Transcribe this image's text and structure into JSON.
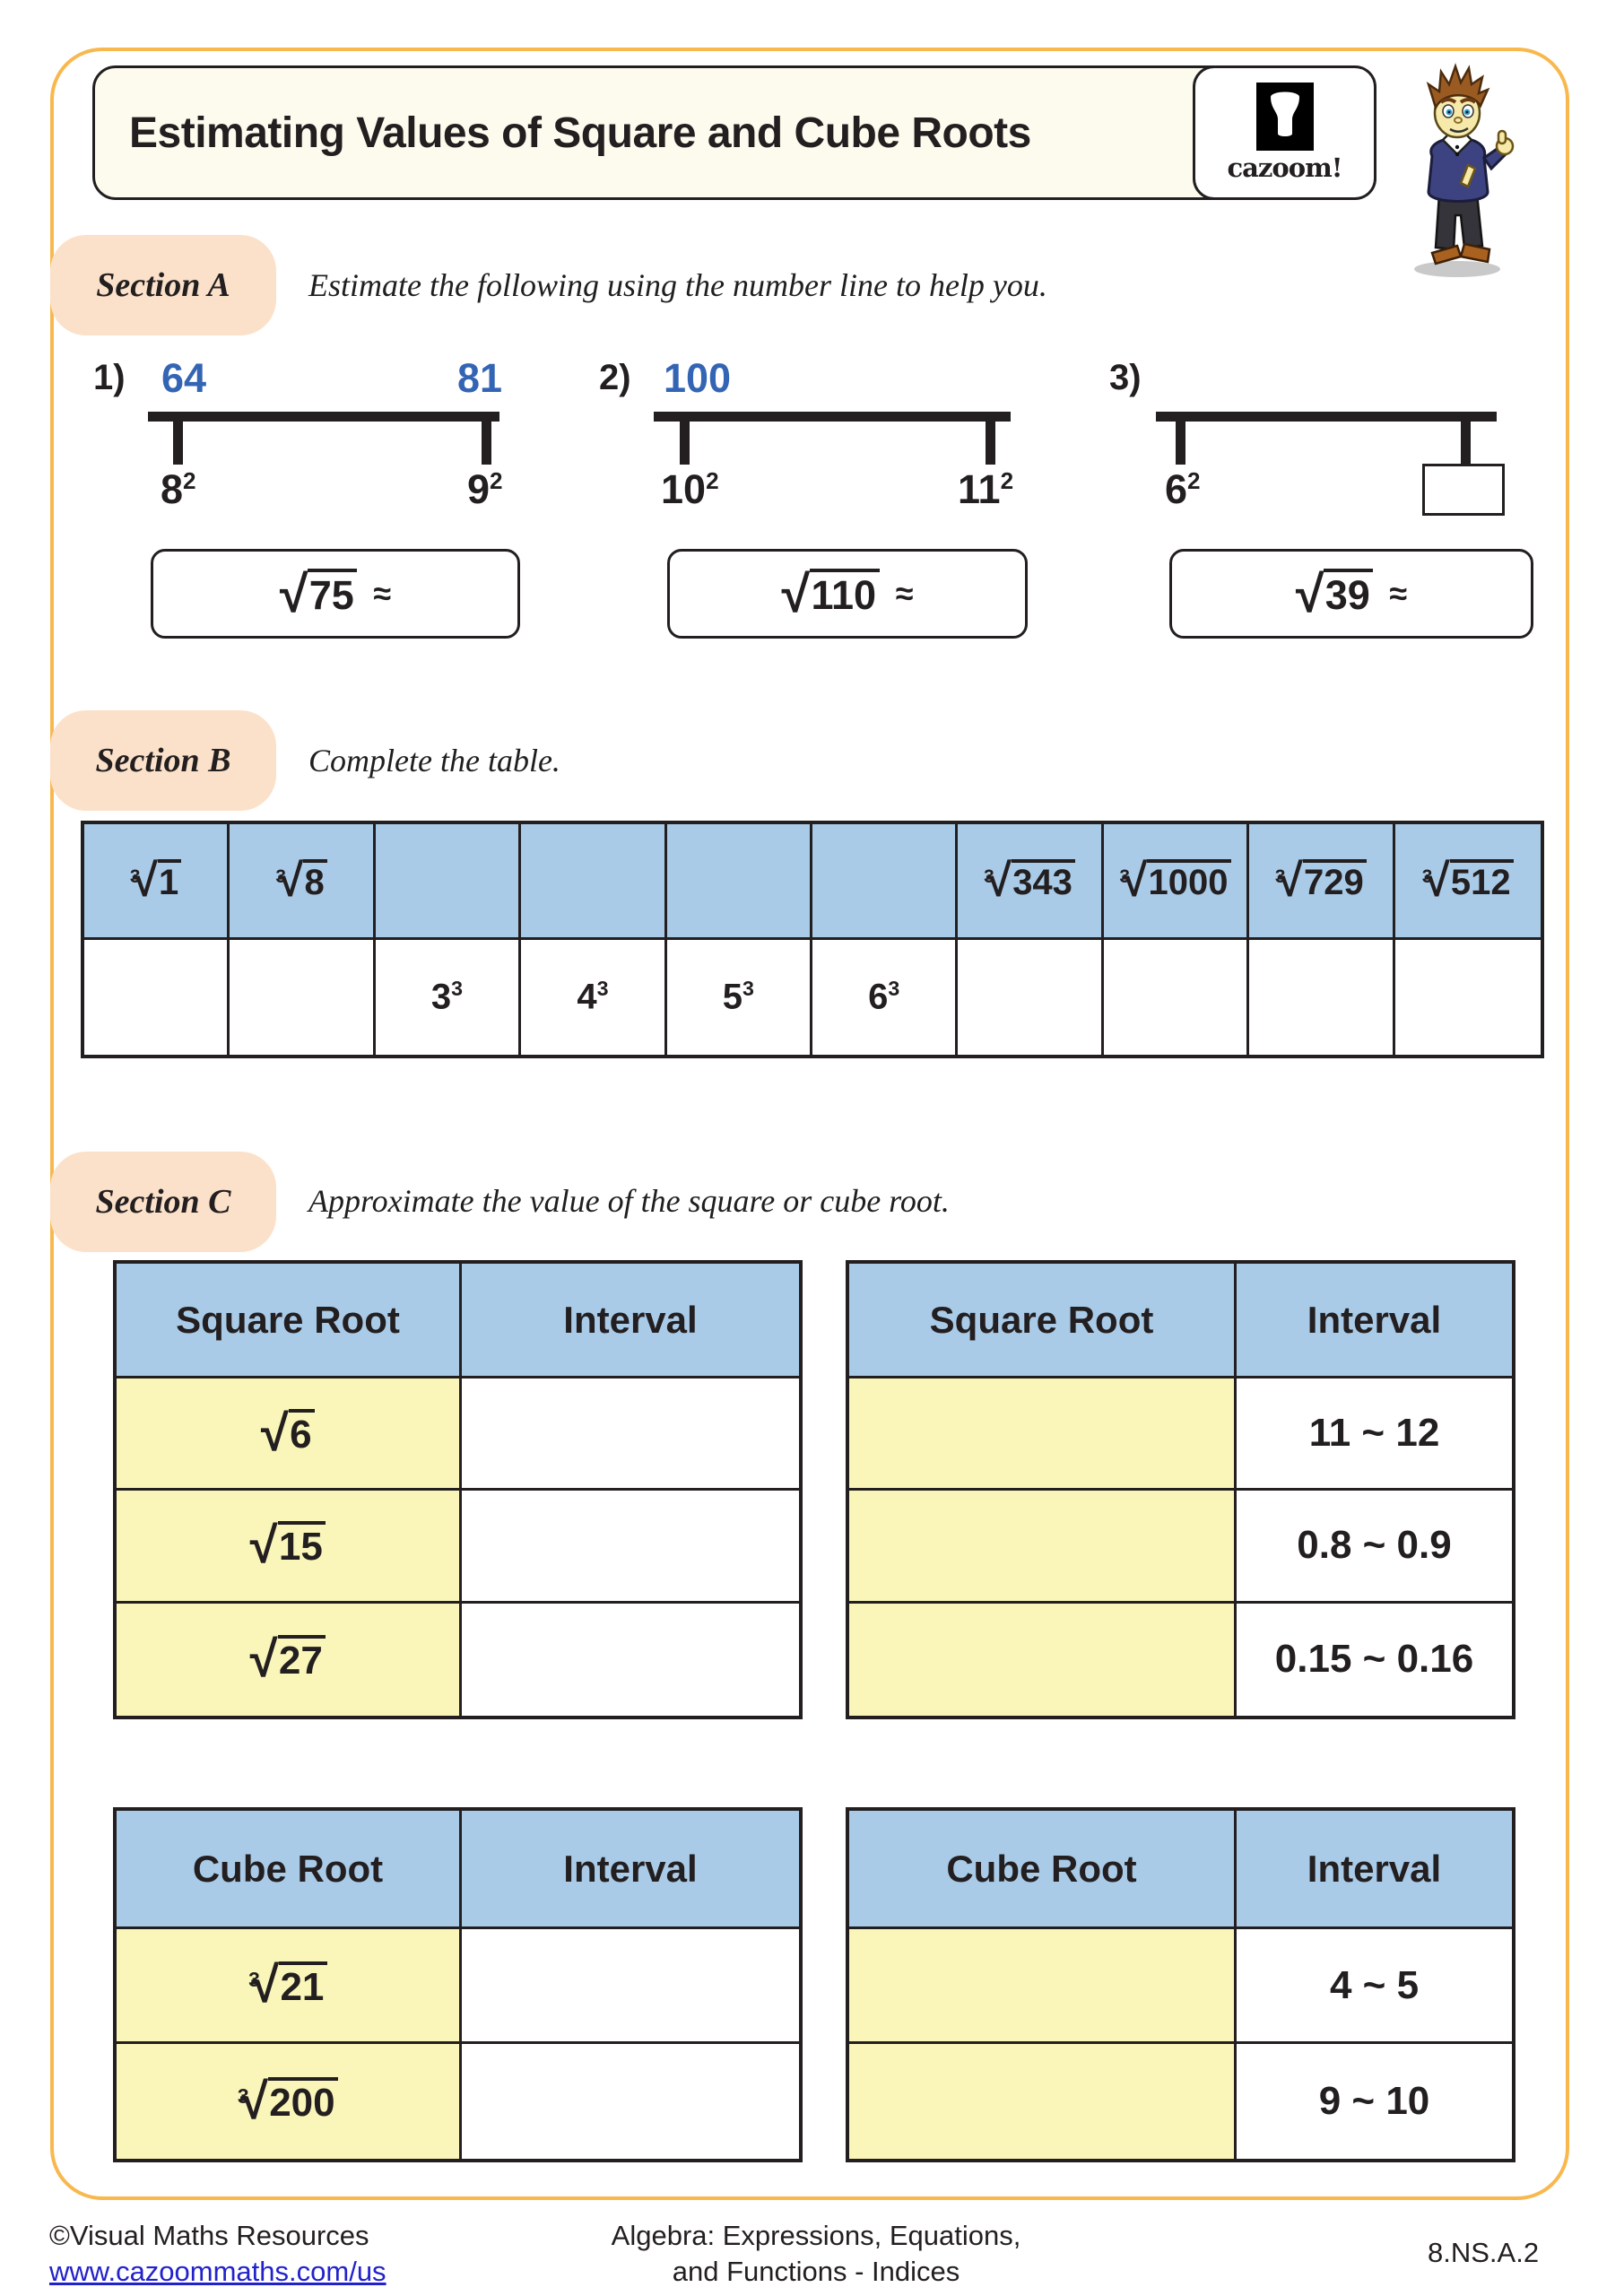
{
  "title": {
    "text": "Estimating Values of Square and Cube Roots",
    "logo_word": "cazoom!"
  },
  "colors": {
    "frame_orange": "#F8B84E",
    "section_peach": "#FBE1C9",
    "header_blue": "#A9CBE8",
    "cell_yellow": "#FAF6B9",
    "number_blue": "#3465B5",
    "title_cream": "#FDFBEE",
    "link_blue": "#2222CC",
    "ink": "#231F20"
  },
  "section_a": {
    "label": "Section A",
    "instruction": "Estimate the following using the number line to help you.",
    "problems": [
      {
        "num": "1)",
        "left_label": "64",
        "right_label": "81",
        "left_power": {
          "base": "8",
          "exp": "2"
        },
        "right_power": {
          "base": "9",
          "exp": "2"
        },
        "answer": {
          "sign": "√",
          "radicand": "75",
          "approx": "≈"
        }
      },
      {
        "num": "2)",
        "left_label": "100",
        "left_power": {
          "base": "10",
          "exp": "2"
        },
        "right_power": {
          "base": "11",
          "exp": "2"
        },
        "answer": {
          "sign": "√",
          "radicand": "110",
          "approx": "≈"
        }
      },
      {
        "num": "3)",
        "left_power": {
          "base": "6",
          "exp": "2"
        },
        "answer": {
          "sign": "√",
          "radicand": "39",
          "approx": "≈"
        }
      }
    ]
  },
  "section_b": {
    "label": "Section B",
    "instruction": "Complete the table.",
    "columns": [
      {
        "top": {
          "sign": "√",
          "index": "3",
          "radicand": "1"
        },
        "bottom": {}
      },
      {
        "top": {
          "sign": "√",
          "index": "3",
          "radicand": "8"
        },
        "bottom": {}
      },
      {
        "top": {},
        "bottom": {
          "base": "3",
          "exp": "3"
        }
      },
      {
        "top": {},
        "bottom": {
          "base": "4",
          "exp": "3"
        }
      },
      {
        "top": {},
        "bottom": {
          "base": "5",
          "exp": "3"
        }
      },
      {
        "top": {},
        "bottom": {
          "base": "6",
          "exp": "3"
        }
      },
      {
        "top": {
          "sign": "√",
          "index": "3",
          "radicand": "343"
        },
        "bottom": {}
      },
      {
        "top": {
          "sign": "√",
          "index": "3",
          "radicand": "1000"
        },
        "bottom": {}
      },
      {
        "top": {
          "sign": "√",
          "index": "3",
          "radicand": "729"
        },
        "bottom": {}
      },
      {
        "top": {
          "sign": "√",
          "index": "3",
          "radicand": "512"
        },
        "bottom": {}
      }
    ]
  },
  "section_c": {
    "label": "Section C",
    "instruction": "Approximate the value of the square or cube root.",
    "square_left": {
      "col1_header": "Square Root",
      "col2_header": "Interval",
      "rows": [
        {
          "root": {
            "sign": "√",
            "radicand": "6"
          },
          "interval": ""
        },
        {
          "root": {
            "sign": "√",
            "radicand": "15"
          },
          "interval": ""
        },
        {
          "root": {
            "sign": "√",
            "radicand": "27"
          },
          "interval": ""
        }
      ]
    },
    "square_right": {
      "col1_header": "Square Root",
      "col2_header": "Interval",
      "rows": [
        {
          "root": {},
          "interval": "11 ~ 12"
        },
        {
          "root": {},
          "interval": "0.8 ~ 0.9"
        },
        {
          "root": {},
          "interval": "0.15 ~ 0.16"
        }
      ]
    },
    "cube_left": {
      "col1_header": "Cube Root",
      "col2_header": "Interval",
      "rows": [
        {
          "root": {
            "sign": "√",
            "index": "3",
            "radicand": "21"
          },
          "interval": ""
        },
        {
          "root": {
            "sign": "√",
            "index": "3",
            "radicand": "200"
          },
          "interval": ""
        }
      ]
    },
    "cube_right": {
      "col1_header": "Cube Root",
      "col2_header": "Interval",
      "rows": [
        {
          "root": {},
          "interval": "4 ~ 5"
        },
        {
          "root": {},
          "interval": "9 ~ 10"
        }
      ]
    }
  },
  "footer": {
    "copyright": "©Visual Maths Resources",
    "link": "www.cazoommaths.com/us",
    "topic_line1": "Algebra: Expressions, Equations,",
    "topic_line2": "and Functions - Indices",
    "standard": "8.NS.A.2"
  }
}
